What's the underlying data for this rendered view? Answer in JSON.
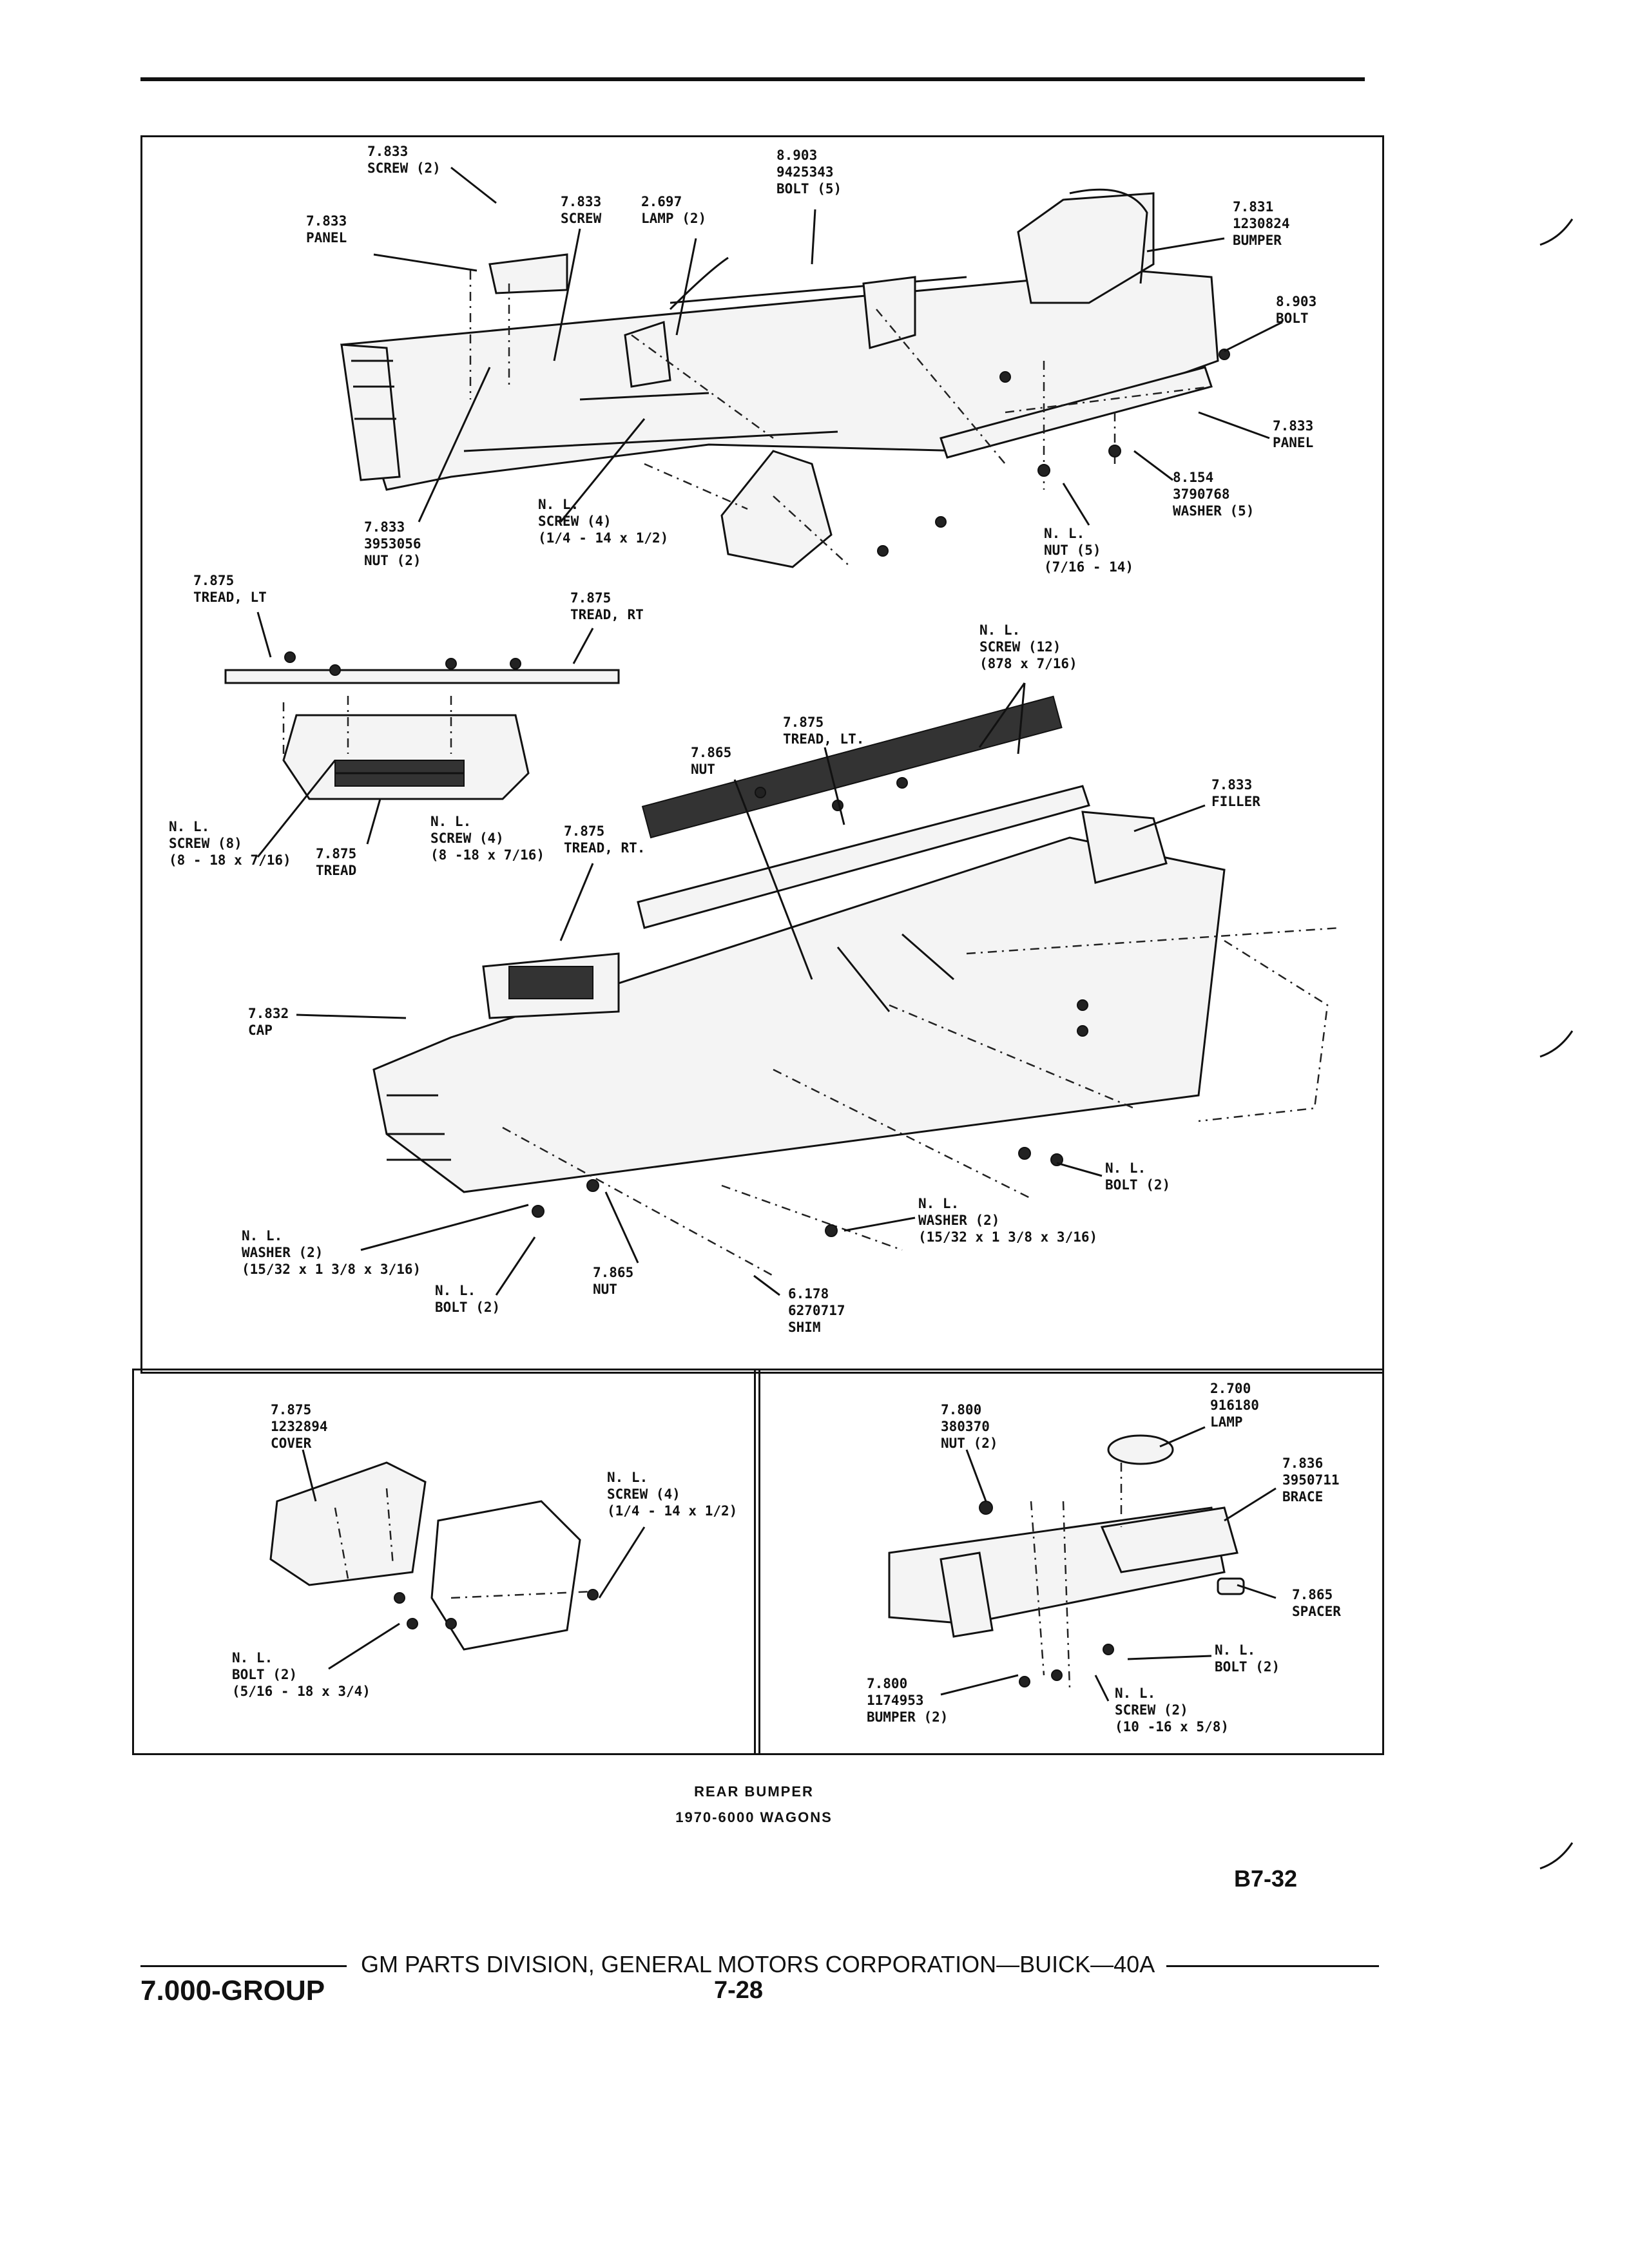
{
  "main_labels": [
    {
      "id": "l1",
      "text": "7.833\nSCREW (2)"
    },
    {
      "id": "l2",
      "text": "7.833\nPANEL"
    },
    {
      "id": "l3",
      "text": "7.833\nSCREW"
    },
    {
      "id": "l4",
      "text": "2.697\nLAMP (2)"
    },
    {
      "id": "l5",
      "text": "8.903\n9425343\nBOLT (5)"
    },
    {
      "id": "l6",
      "text": "7.831\n1230824\nBUMPER"
    },
    {
      "id": "l7",
      "text": "8.903\nBOLT"
    },
    {
      "id": "l8",
      "text": "7.833\nPANEL"
    },
    {
      "id": "l9",
      "text": "8.154\n3790768\nWASHER (5)"
    },
    {
      "id": "l10",
      "text": "N. L.\nNUT (5)\n(7/16 - 14)"
    },
    {
      "id": "l11",
      "text": "N. L.\nSCREW (4)\n(1/4 - 14 x 1/2)"
    },
    {
      "id": "l12",
      "text": "7.833\n3953056\nNUT (2)"
    },
    {
      "id": "l13",
      "text": "7.875\nTREAD, LT"
    },
    {
      "id": "l14",
      "text": "7.875\nTREAD, RT"
    },
    {
      "id": "l15",
      "text": "N. L.\nSCREW (12)\n(878 x 7/16)"
    },
    {
      "id": "l16",
      "text": "7.875\nTREAD, LT."
    },
    {
      "id": "l17",
      "text": "7.865\nNUT"
    },
    {
      "id": "l18",
      "text": "7.833\nFILLER"
    },
    {
      "id": "l19",
      "text": "N. L.\nSCREW (8)\n(8 - 18 x 7/16)"
    },
    {
      "id": "l20",
      "text": "7.875\nTREAD"
    },
    {
      "id": "l21",
      "text": "N. L.\nSCREW (4)\n(8 -18 x 7/16)"
    },
    {
      "id": "l22",
      "text": "7.875\nTREAD, RT."
    },
    {
      "id": "l23",
      "text": "7.832\nCAP"
    },
    {
      "id": "l24",
      "text": "N. L.\nBOLT (2)"
    },
    {
      "id": "l25",
      "text": "N. L.\nWASHER (2)\n(15/32 x 1 3/8 x 3/16)"
    },
    {
      "id": "l26",
      "text": "N. L.\nWASHER (2)\n(15/32 x 1 3/8 x 3/16)"
    },
    {
      "id": "l27",
      "text": "N. L.\nBOLT (2)"
    },
    {
      "id": "l28",
      "text": "7.865\nNUT"
    },
    {
      "id": "l29",
      "text": "6.178\n6270717\nSHIM"
    }
  ],
  "inset_left_labels": [
    {
      "id": "a1",
      "text": "7.875\n1232894\nCOVER"
    },
    {
      "id": "a2",
      "text": "N. L.\nSCREW (4)\n(1/4 - 14 x 1/2)"
    },
    {
      "id": "a3",
      "text": "N. L.\nBOLT (2)\n(5/16 - 18 x 3/4)"
    }
  ],
  "inset_right_labels": [
    {
      "id": "b1",
      "text": "7.800\n380370\nNUT (2)"
    },
    {
      "id": "b2",
      "text": "2.700\n916180\nLAMP"
    },
    {
      "id": "b3",
      "text": "7.836\n3950711\nBRACE"
    },
    {
      "id": "b4",
      "text": "7.865\nSPACER"
    },
    {
      "id": "b5",
      "text": "N. L.\nBOLT (2)"
    },
    {
      "id": "b6",
      "text": "N. L.\nSCREW (2)\n(10 -16 x 5/8)"
    },
    {
      "id": "b7",
      "text": "7.800\n1174953\nBUMPER (2)"
    }
  ],
  "caption": {
    "line1": "REAR BUMPER",
    "line2": "1970-6000 WAGONS"
  },
  "page_code": "B7-32",
  "footer": {
    "group": "7.000-GROUP",
    "division": "GM PARTS DIVISION, GENERAL MOTORS CORPORATION—BUICK—40A",
    "page": "7-28"
  }
}
